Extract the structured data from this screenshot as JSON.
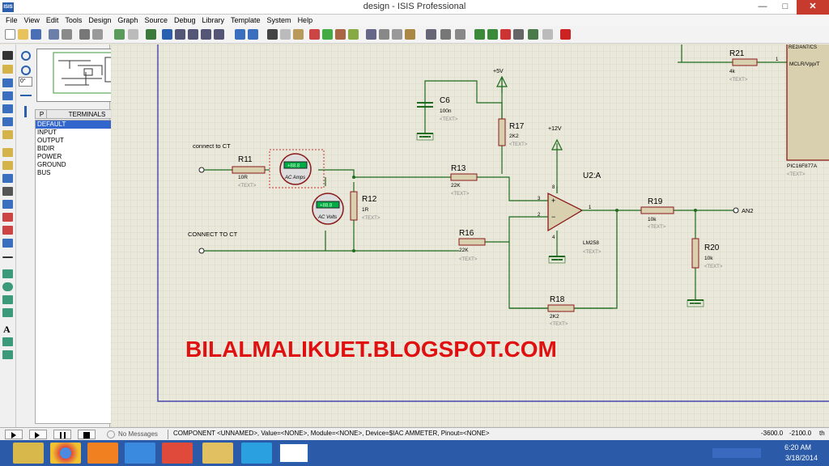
{
  "window": {
    "title": "design - ISIS Professional",
    "app_icon_text": "ISIS"
  },
  "menu": [
    "File",
    "View",
    "Edit",
    "Tools",
    "Design",
    "Graph",
    "Source",
    "Debug",
    "Library",
    "Template",
    "System",
    "Help"
  ],
  "sidepanel": {
    "angle_value": "0°",
    "terminals_header": "TERMINALS",
    "terminals_tab": "P",
    "terminals": [
      "DEFAULT",
      "INPUT",
      "OUTPUT",
      "BIDIR",
      "POWER",
      "GROUND",
      "BUS"
    ],
    "selected_terminal": "DEFAULT"
  },
  "schematic": {
    "labels": {
      "connect1": "connect to CT",
      "connect2": "CONNECT TO CT",
      "r11": "R11",
      "r11_val": "10R",
      "r12": "R12",
      "r12_val": "1R",
      "r13": "R13",
      "r13_val": "22K",
      "r16": "R16",
      "r16_val": "22K",
      "r17": "R17",
      "r17_val": "2K2",
      "r18": "R18",
      "r18_val": "2K2",
      "r19": "R19",
      "r19_val": "10k",
      "r20": "R20",
      "r20_val": "10k",
      "r21": "R21",
      "r21_val": "4k",
      "c6": "C6",
      "c6_val": "100n",
      "u2": "U2:A",
      "u2_part": "LM258",
      "plus5v": "+5V",
      "plus12v": "+12V",
      "an2": "AN2",
      "pic": "PIC16F877A",
      "pic_pin": "MCLR/Vpp/T",
      "pic_pin_top": "RE2/AN7/CS",
      "pin1": "1",
      "ammeter": "AC Amps",
      "voltmeter": "AC Volts",
      "meter_display": "+88.8",
      "text_ph": "<TEXT>",
      "op_pin2": "2",
      "op_pin3": "3",
      "op_pin1": "1",
      "op_pin8": "8",
      "op_pin4": "4",
      "watermark": "BILALMALIKUET.BLOGSPOT.COM"
    }
  },
  "status": {
    "messages": "No Messages",
    "component": "COMPONENT <UNNAMED>, Value=<NONE>, Module=<NONE>, Device=$IAC AMMETER, Pinout=<NONE>",
    "x": "-3600.0",
    "y": "-2100.0",
    "unit": "th"
  },
  "taskbar": {
    "time": "6:20 AM",
    "date": "3/18/2014"
  },
  "colors": {
    "canvas": "#e9e8da",
    "wire": "#1f6b1f",
    "resistor": "#8b1a1a",
    "watermark": "#e01010",
    "sheet_border": "#2a2aa8"
  }
}
